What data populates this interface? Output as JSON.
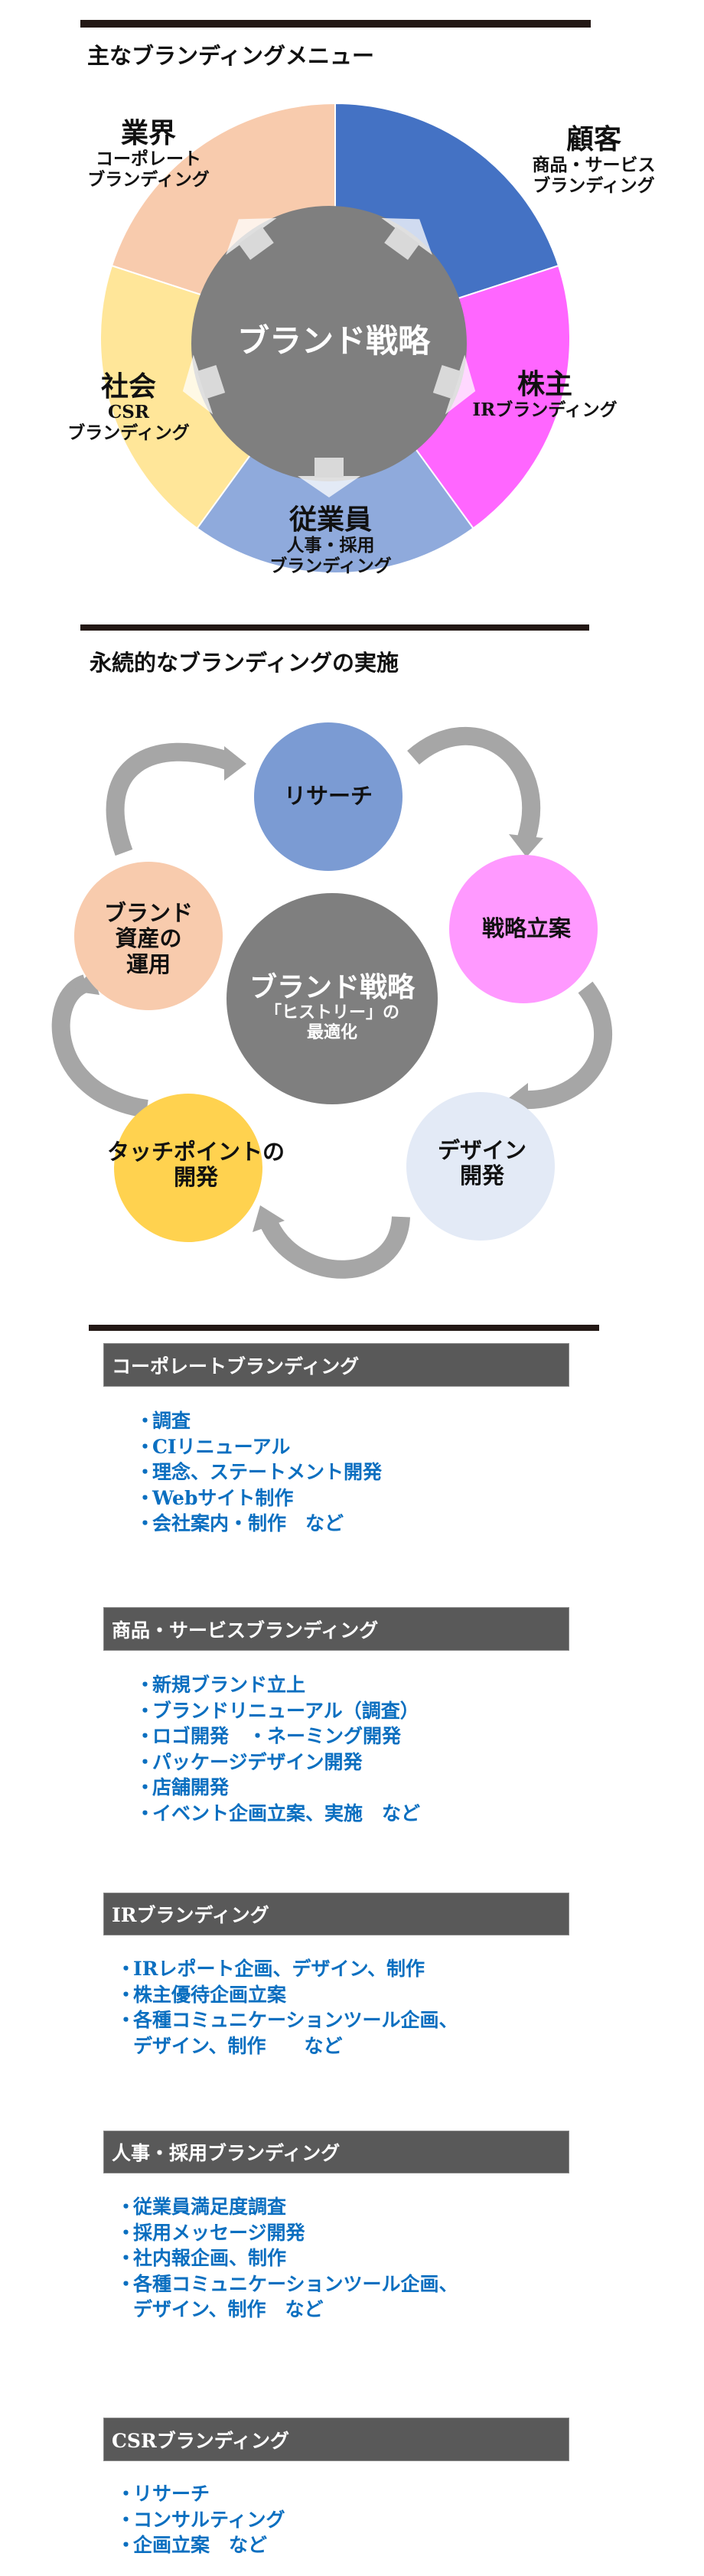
{
  "section1": {
    "title": "主なブランディングメニュー",
    "center_label": "ブランド戦略",
    "segments": [
      {
        "title": "顧客",
        "sub": [
          "商品・サービス",
          "ブランディング"
        ],
        "color": "#4472c4"
      },
      {
        "title": "株主",
        "sub": [
          "IRブランディング"
        ],
        "color": "#ff66ff"
      },
      {
        "title": "従業員",
        "sub": [
          "人事・採用",
          "ブランディング"
        ],
        "color": "#8faadc"
      },
      {
        "title": "社会",
        "sub": [
          "CSR",
          "ブランディング"
        ],
        "color": "#ffe699"
      },
      {
        "title": "業界",
        "sub": [
          "コーポレート",
          "ブランディング"
        ],
        "color": "#f8cbad"
      }
    ]
  },
  "section2": {
    "title": "永続的なブランディングの実施",
    "center": {
      "title": "ブランド戦略",
      "lines": [
        "「ヒストリー」の",
        "最適化"
      ]
    },
    "steps": [
      {
        "lines": [
          "リサーチ"
        ],
        "color": "#7b9bd3"
      },
      {
        "lines": [
          "戦略立案"
        ],
        "color": "#ff99ff"
      },
      {
        "lines": [
          "デザイン",
          "開発"
        ],
        "color": "#e3eaf6"
      },
      {
        "lines": [
          "タッチポイントの",
          "開発"
        ],
        "color": "#ffd24f"
      },
      {
        "lines": [
          "ブランド",
          "資産の",
          "運用"
        ],
        "color": "#f8cbad"
      }
    ]
  },
  "section3": {
    "bullet": "・",
    "categories": [
      {
        "title": "コーポレートブランディング",
        "items": [
          "調査",
          "CIリニューアル",
          "理念、ステートメント開発",
          "Webサイト制作",
          "会社案内・制作　など"
        ]
      },
      {
        "title": "商品・サービスブランディング",
        "items": [
          "新規ブランド立上",
          "ブランドリニューアル（調査）",
          "ロゴ開発　・ネーミング開発",
          "パッケージデザイン開発",
          "店舗開発",
          "イベント企画立案、実施　など"
        ]
      },
      {
        "title": "IRブランディング",
        "items": [
          "IRレポート企画、デザイン、制作",
          "株主優待企画立案",
          "各種コミュニケーションツール企画、\nデザイン、制作　　など"
        ]
      },
      {
        "title": "人事・採用ブランディング",
        "items": [
          "従業員満足度調査",
          "採用メッセージ開発",
          "社内報企画、制作",
          "各種コミュニケーションツール企画、\nデザイン、制作　など"
        ]
      },
      {
        "title": "CSRブランディング",
        "items": [
          "リサーチ",
          "コンサルティング",
          "企画立案　など"
        ]
      }
    ]
  }
}
